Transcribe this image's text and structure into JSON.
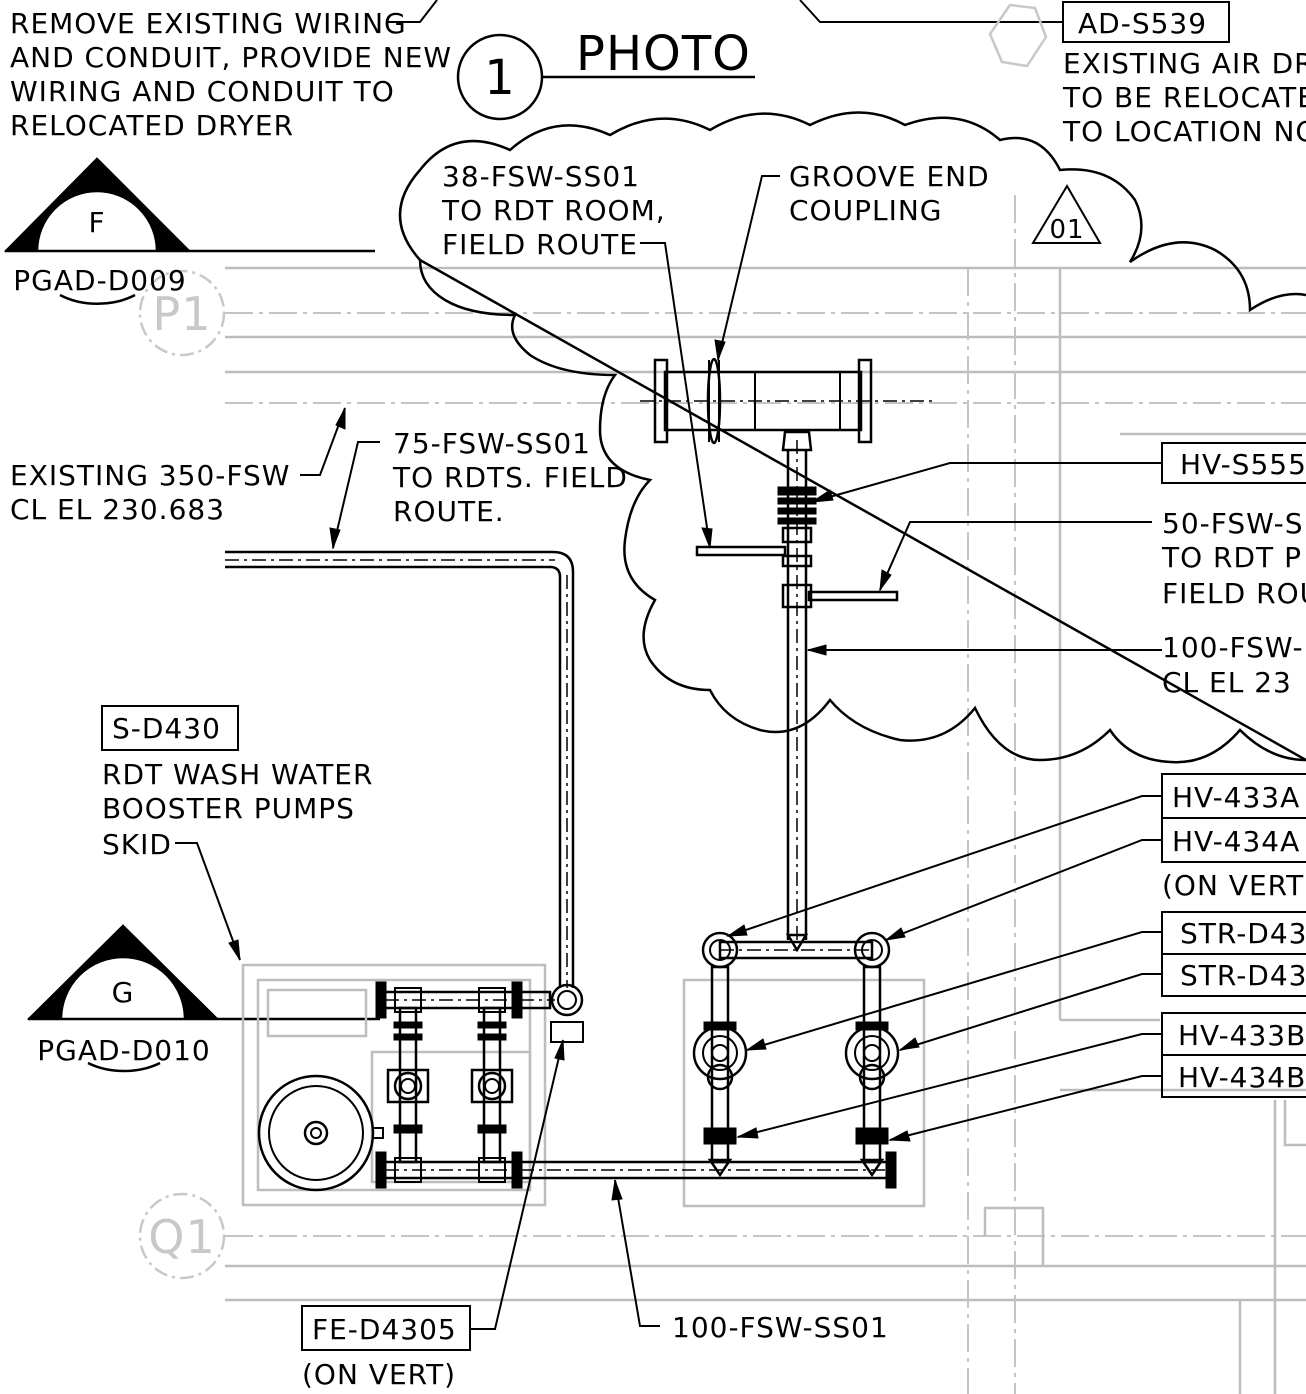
{
  "photo_marker": {
    "number": "1",
    "label": "PHOTO"
  },
  "section_f": {
    "letter": "F",
    "sheet": "PGAD-D009"
  },
  "section_g": {
    "letter": "G",
    "sheet": "PGAD-D010"
  },
  "grid_bubbles": {
    "p1": "P1",
    "q1": "Q1"
  },
  "revision": {
    "number": "01"
  },
  "notes": {
    "remove_wiring": [
      "REMOVE EXISTING WIRING",
      "AND CONDUIT, PROVIDE NEW",
      "WIRING AND CONDUIT TO",
      "RELOCATED DRYER"
    ],
    "ad_tag": "AD-S539",
    "existing_air_dryer": [
      "EXISTING AIR DR",
      "TO BE RELOCATE",
      "TO LOCATION NO"
    ],
    "fsw38": [
      "38-FSW-SS01",
      "TO RDT ROOM,",
      "FIELD ROUTE"
    ],
    "groove": [
      "GROOVE END",
      "COUPLING"
    ],
    "existing350": [
      "EXISTING 350-FSW",
      "CL EL 230.683"
    ],
    "fsw75": [
      "75-FSW-SS01",
      "TO RDTS. FIELD",
      "ROUTE."
    ],
    "hv_s555": "HV-S555",
    "fsw50": [
      "50-FSW-S",
      "TO RDT P",
      "FIELD ROU"
    ],
    "fsw100_top": [
      "100-FSW-",
      "CL EL 23"
    ],
    "skid_tag": "S-D430",
    "skid_desc": [
      "RDT WASH WATER",
      "BOOSTER PUMPS",
      "SKID"
    ],
    "hv433a": "HV-433A",
    "hv434a": "HV-434A",
    "on_vert_right": "(ON VERT)",
    "str1": "STR-D43",
    "str2": "STR-D43",
    "hv433b": "HV-433B",
    "hv434b": "HV-434B",
    "fe_tag": "FE-D4305",
    "fe_on_vert": "(ON VERT)",
    "fsw100_bottom": "100-FSW-SS01"
  }
}
